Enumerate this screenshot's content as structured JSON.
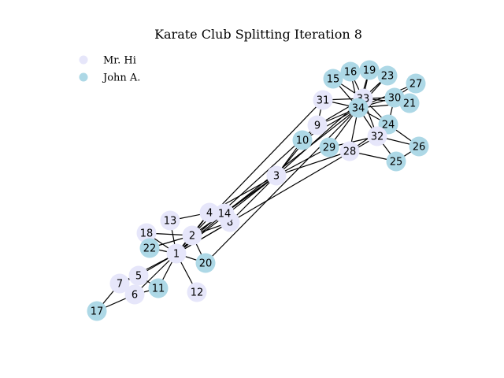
{
  "title": "Karate Club Splitting Iteration 8",
  "legend": [
    {
      "label": "Mr. Hi",
      "color": "#e6e6fa"
    },
    {
      "label": "John A.",
      "color": "#add8e6"
    }
  ],
  "nodes": [
    {
      "id": "1",
      "group": "Mr. Hi"
    },
    {
      "id": "2",
      "group": "Mr. Hi"
    },
    {
      "id": "3",
      "group": "Mr. Hi"
    },
    {
      "id": "4",
      "group": "Mr. Hi"
    },
    {
      "id": "5",
      "group": "Mr. Hi"
    },
    {
      "id": "6",
      "group": "Mr. Hi"
    },
    {
      "id": "7",
      "group": "Mr. Hi"
    },
    {
      "id": "8",
      "group": "Mr. Hi"
    },
    {
      "id": "9",
      "group": "Mr. Hi"
    },
    {
      "id": "10",
      "group": "John A."
    },
    {
      "id": "11",
      "group": "John A."
    },
    {
      "id": "12",
      "group": "Mr. Hi"
    },
    {
      "id": "13",
      "group": "Mr. Hi"
    },
    {
      "id": "14",
      "group": "Mr. Hi"
    },
    {
      "id": "15",
      "group": "John A."
    },
    {
      "id": "16",
      "group": "John A."
    },
    {
      "id": "17",
      "group": "John A."
    },
    {
      "id": "18",
      "group": "Mr. Hi"
    },
    {
      "id": "19",
      "group": "John A."
    },
    {
      "id": "20",
      "group": "John A."
    },
    {
      "id": "21",
      "group": "John A."
    },
    {
      "id": "22",
      "group": "John A."
    },
    {
      "id": "23",
      "group": "John A."
    },
    {
      "id": "24",
      "group": "John A."
    },
    {
      "id": "25",
      "group": "John A."
    },
    {
      "id": "26",
      "group": "John A."
    },
    {
      "id": "27",
      "group": "John A."
    },
    {
      "id": "28",
      "group": "Mr. Hi"
    },
    {
      "id": "29",
      "group": "John A."
    },
    {
      "id": "30",
      "group": "John A."
    },
    {
      "id": "31",
      "group": "Mr. Hi"
    },
    {
      "id": "32",
      "group": "Mr. Hi"
    },
    {
      "id": "33",
      "group": "Mr. Hi"
    },
    {
      "id": "34",
      "group": "John A."
    }
  ],
  "edges": [
    [
      "1",
      "2"
    ],
    [
      "1",
      "3"
    ],
    [
      "1",
      "4"
    ],
    [
      "1",
      "5"
    ],
    [
      "1",
      "6"
    ],
    [
      "1",
      "7"
    ],
    [
      "1",
      "8"
    ],
    [
      "1",
      "9"
    ],
    [
      "1",
      "11"
    ],
    [
      "1",
      "12"
    ],
    [
      "1",
      "13"
    ],
    [
      "1",
      "14"
    ],
    [
      "1",
      "18"
    ],
    [
      "1",
      "20"
    ],
    [
      "1",
      "22"
    ],
    [
      "1",
      "32"
    ],
    [
      "2",
      "3"
    ],
    [
      "2",
      "4"
    ],
    [
      "2",
      "8"
    ],
    [
      "2",
      "14"
    ],
    [
      "2",
      "18"
    ],
    [
      "2",
      "20"
    ],
    [
      "2",
      "22"
    ],
    [
      "2",
      "31"
    ],
    [
      "3",
      "4"
    ],
    [
      "3",
      "8"
    ],
    [
      "3",
      "9"
    ],
    [
      "3",
      "10"
    ],
    [
      "3",
      "14"
    ],
    [
      "3",
      "28"
    ],
    [
      "3",
      "29"
    ],
    [
      "3",
      "33"
    ],
    [
      "4",
      "8"
    ],
    [
      "4",
      "13"
    ],
    [
      "4",
      "14"
    ],
    [
      "5",
      "7"
    ],
    [
      "5",
      "11"
    ],
    [
      "6",
      "7"
    ],
    [
      "6",
      "11"
    ],
    [
      "6",
      "17"
    ],
    [
      "7",
      "17"
    ],
    [
      "9",
      "31"
    ],
    [
      "9",
      "33"
    ],
    [
      "9",
      "34"
    ],
    [
      "10",
      "34"
    ],
    [
      "14",
      "34"
    ],
    [
      "15",
      "33"
    ],
    [
      "15",
      "34"
    ],
    [
      "16",
      "33"
    ],
    [
      "16",
      "34"
    ],
    [
      "19",
      "33"
    ],
    [
      "19",
      "34"
    ],
    [
      "20",
      "34"
    ],
    [
      "21",
      "33"
    ],
    [
      "21",
      "34"
    ],
    [
      "23",
      "33"
    ],
    [
      "23",
      "34"
    ],
    [
      "24",
      "26"
    ],
    [
      "24",
      "28"
    ],
    [
      "24",
      "30"
    ],
    [
      "24",
      "33"
    ],
    [
      "24",
      "34"
    ],
    [
      "25",
      "26"
    ],
    [
      "25",
      "28"
    ],
    [
      "25",
      "32"
    ],
    [
      "26",
      "32"
    ],
    [
      "27",
      "30"
    ],
    [
      "27",
      "34"
    ],
    [
      "28",
      "34"
    ],
    [
      "29",
      "32"
    ],
    [
      "29",
      "34"
    ],
    [
      "30",
      "33"
    ],
    [
      "30",
      "34"
    ],
    [
      "31",
      "33"
    ],
    [
      "31",
      "34"
    ],
    [
      "32",
      "33"
    ],
    [
      "32",
      "34"
    ],
    [
      "33",
      "34"
    ]
  ]
}
